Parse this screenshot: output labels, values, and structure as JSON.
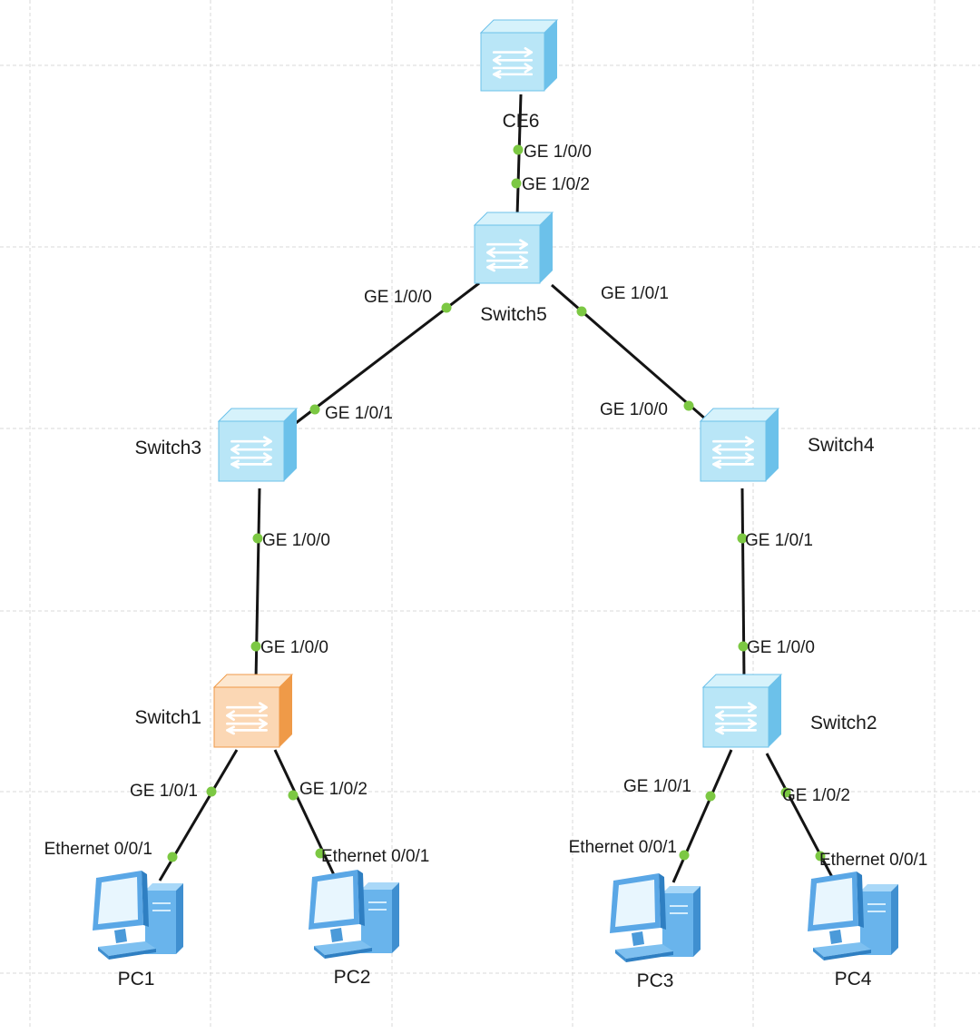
{
  "colors": {
    "grid": "#d9d9d9",
    "link": "#141414",
    "port_dot": "#7cc843",
    "switch_face": "#b9e6f7",
    "switch_side": "#6cc1ea",
    "switch_top": "#d6f2fb",
    "switch_highlight_face": "#fbd7b4",
    "switch_highlight_side": "#ef9a48",
    "switch_highlight_top": "#fde7cf",
    "pc_body": "#69b4ec",
    "pc_screen": "#e8f6fe"
  },
  "devices": {
    "ce6": {
      "label": "CE6",
      "kind": "switch",
      "icon": "switch-icon"
    },
    "switch5": {
      "label": "Switch5",
      "kind": "switch",
      "icon": "switch-icon"
    },
    "switch3": {
      "label": "Switch3",
      "kind": "switch",
      "icon": "switch-icon"
    },
    "switch4": {
      "label": "Switch4",
      "kind": "switch",
      "icon": "switch-icon"
    },
    "switch1": {
      "label": "Switch1",
      "kind": "switch",
      "icon": "switch-icon",
      "highlighted": true
    },
    "switch2": {
      "label": "Switch2",
      "kind": "switch",
      "icon": "switch-icon"
    },
    "pc1": {
      "label": "PC1",
      "kind": "pc",
      "icon": "pc-icon"
    },
    "pc2": {
      "label": "PC2",
      "kind": "pc",
      "icon": "pc-icon"
    },
    "pc3": {
      "label": "PC3",
      "kind": "pc",
      "icon": "pc-icon"
    },
    "pc4": {
      "label": "PC4",
      "kind": "pc",
      "icon": "pc-icon"
    }
  },
  "links": [
    {
      "from": "ce6",
      "from_port": "GE 1/0/0",
      "to": "switch5",
      "to_port": "GE 1/0/2"
    },
    {
      "from": "switch5",
      "from_port": "GE 1/0/0",
      "to": "switch3",
      "to_port": "GE 1/0/1"
    },
    {
      "from": "switch5",
      "from_port": "GE 1/0/1",
      "to": "switch4",
      "to_port": "GE 1/0/0"
    },
    {
      "from": "switch3",
      "from_port": "GE 1/0/0",
      "to": "switch1",
      "to_port": "GE 1/0/0"
    },
    {
      "from": "switch4",
      "from_port": "GE 1/0/1",
      "to": "switch2",
      "to_port": "GE 1/0/0"
    },
    {
      "from": "switch1",
      "from_port": "GE 1/0/1",
      "to": "pc1",
      "to_port": "Ethernet 0/0/1"
    },
    {
      "from": "switch1",
      "from_port": "GE 1/0/2",
      "to": "pc2",
      "to_port": "Ethernet 0/0/1"
    },
    {
      "from": "switch2",
      "from_port": "GE 1/0/1",
      "to": "pc3",
      "to_port": "Ethernet 0/0/1"
    },
    {
      "from": "switch2",
      "from_port": "GE 1/0/2",
      "to": "pc4",
      "to_port": "Ethernet 0/0/1"
    }
  ]
}
